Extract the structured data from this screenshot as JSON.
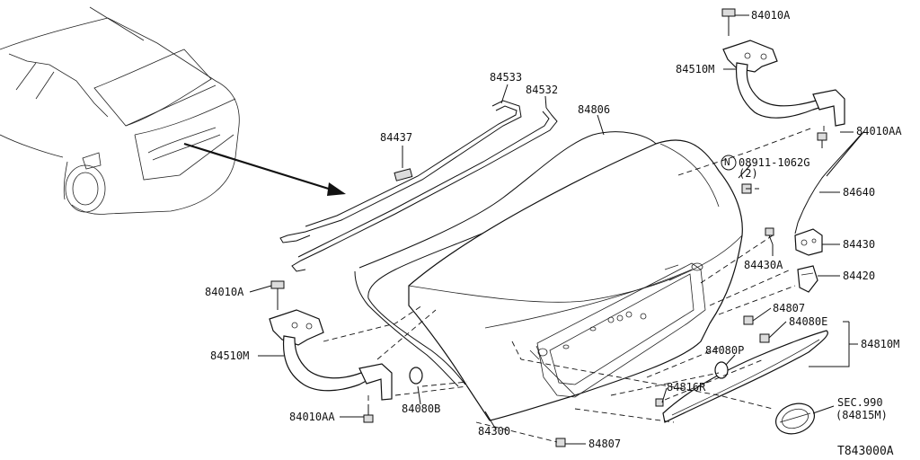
{
  "diagram_id": "T843000A",
  "labels": {
    "p84010A_top": "84010A",
    "p84510M_top": "84510M",
    "p84010AA_top": "84010AA",
    "p08911": "08911-1062G",
    "p08911_qty": "(2)",
    "n_symbol": "N",
    "p84640": "84640",
    "p84430": "84430",
    "p84430A": "84430A",
    "p84420": "84420",
    "p84807_right": "84807",
    "p84080E": "84080E",
    "p84810M": "84810M",
    "p84080P": "84080P",
    "p84816R": "84816R",
    "sec990": "SEC.990",
    "sec990_ref": "(84815M)",
    "p84807_bottom": "84807",
    "p84300": "84300",
    "p84080B": "84080B",
    "p84010AA_left": "84010AA",
    "p84510M_left": "84510M",
    "p84010A_left": "84010A",
    "p84437": "84437",
    "p84533": "84533",
    "p84532": "84532",
    "p84806": "84806"
  }
}
